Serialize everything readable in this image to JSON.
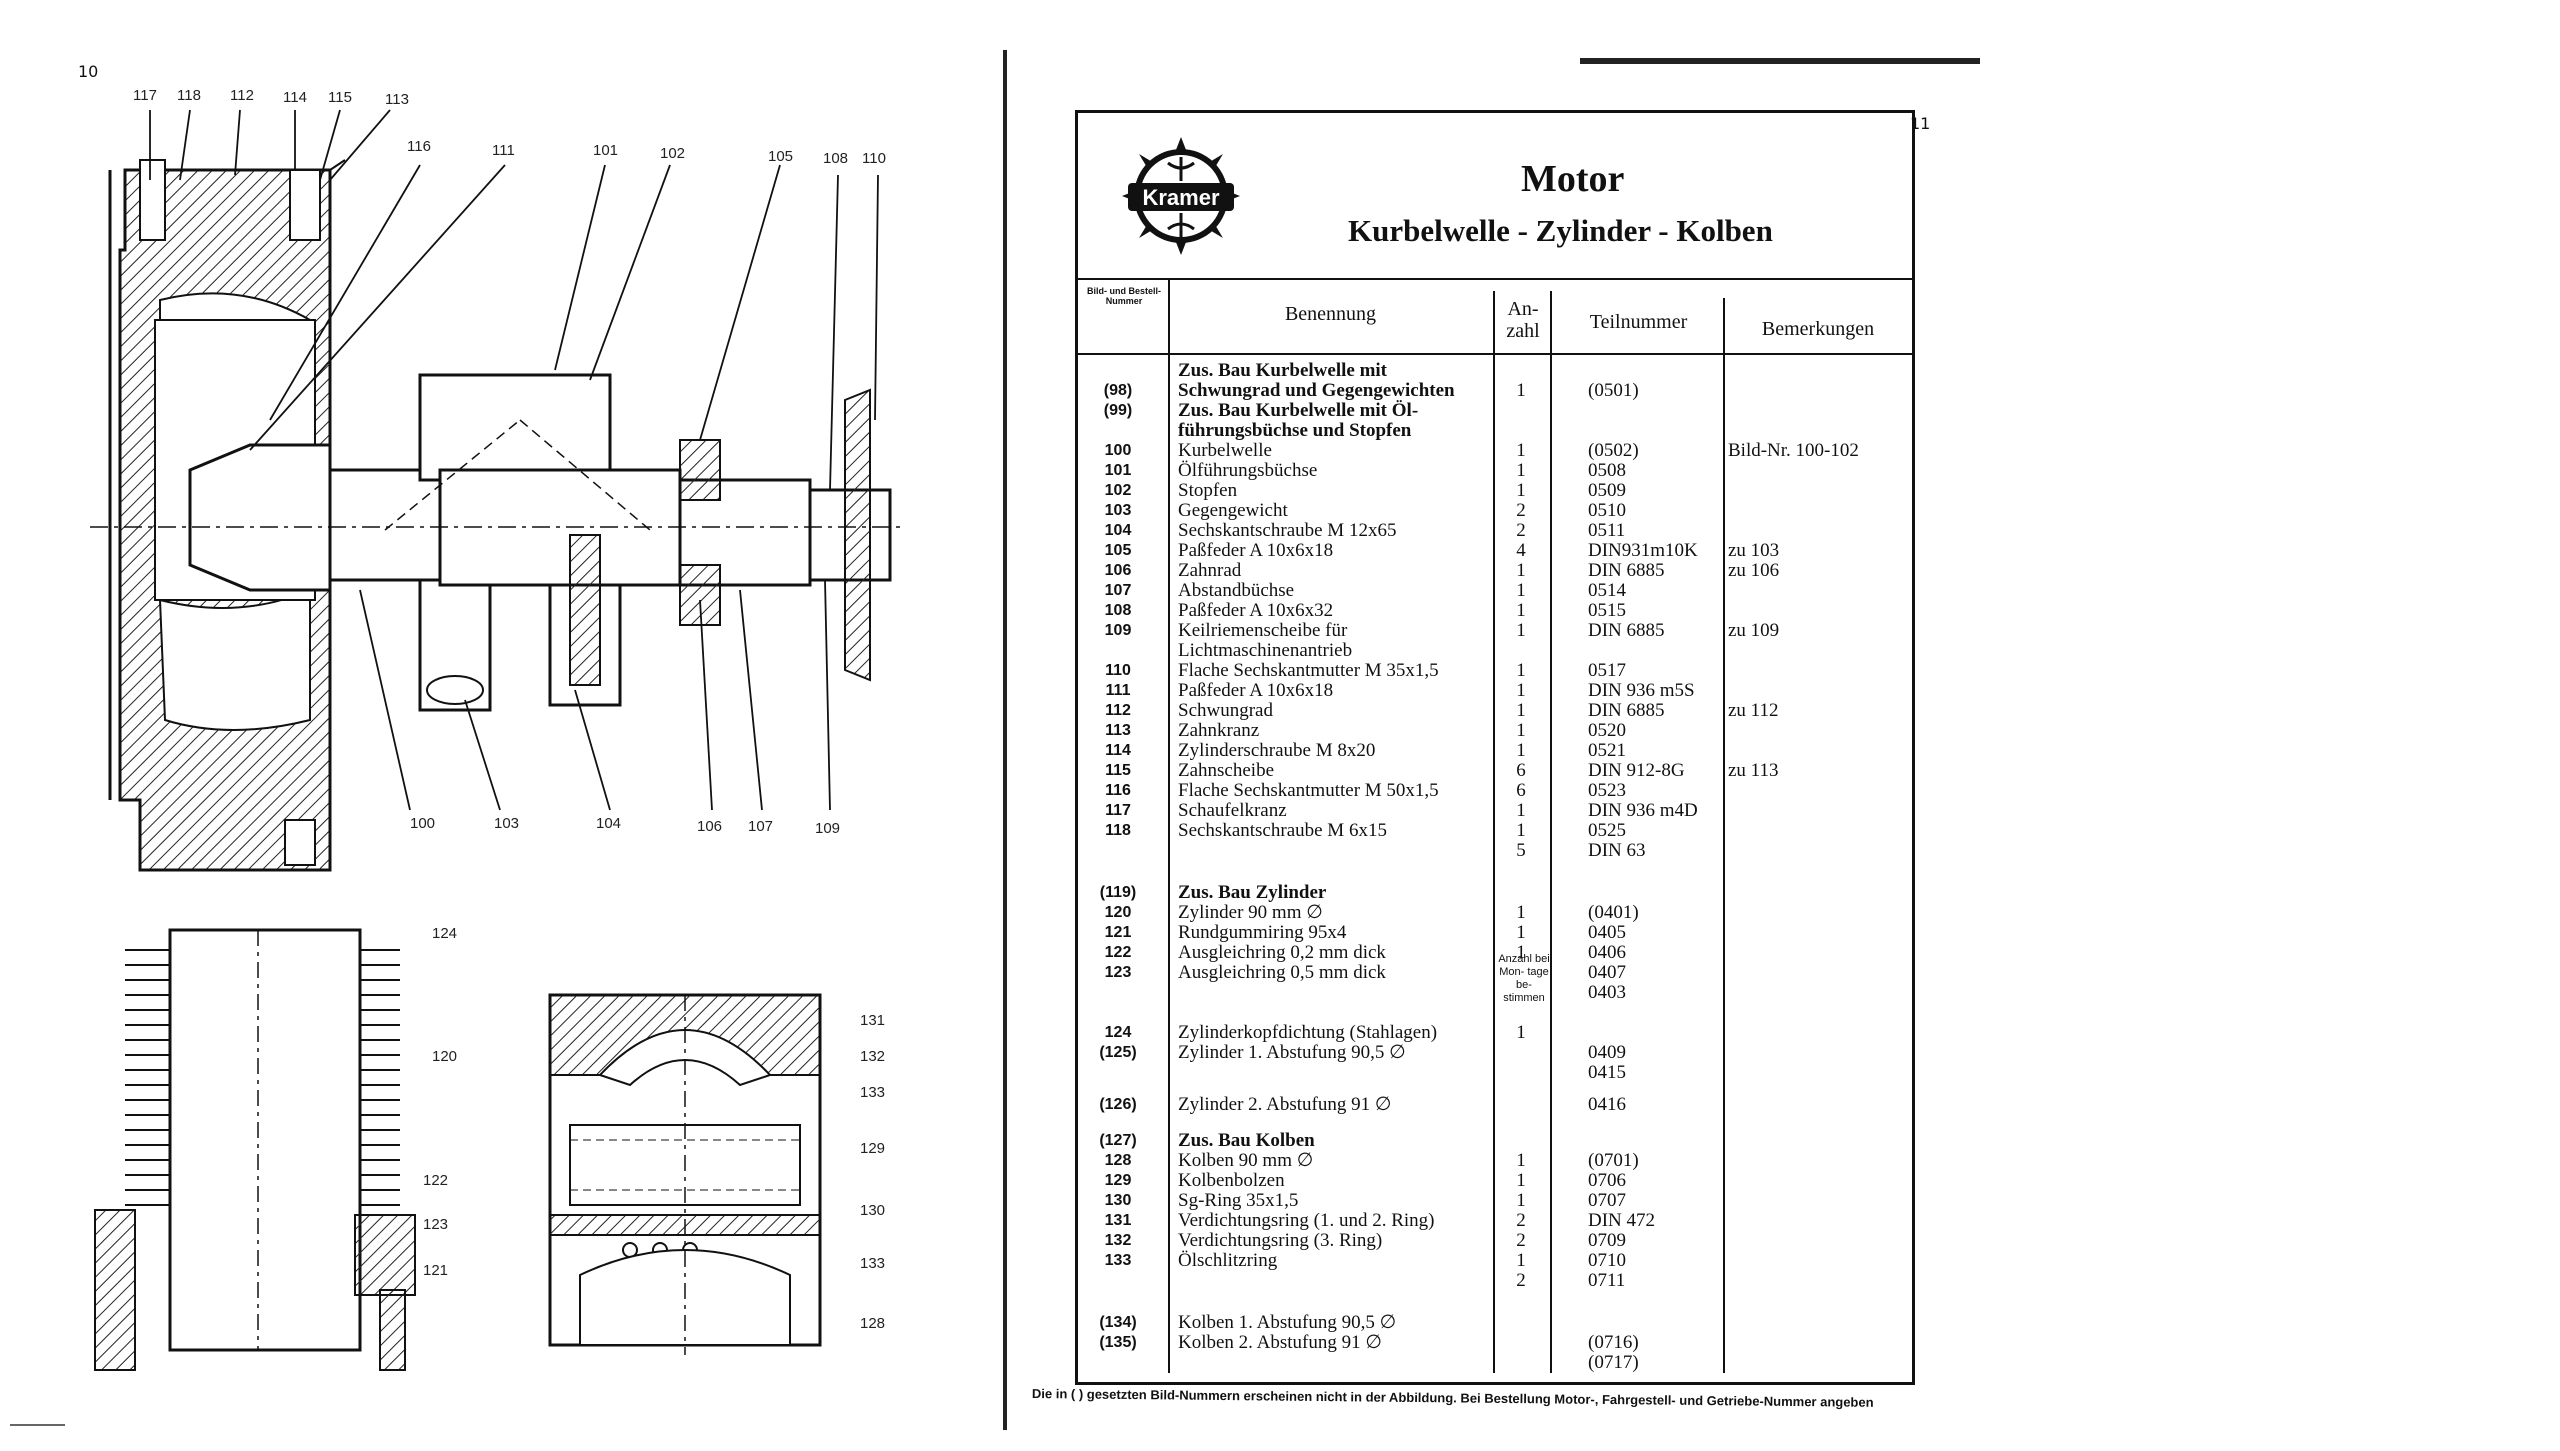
{
  "left_page": {
    "page_number": "10",
    "crankshaft_callouts_top": [
      "117",
      "118",
      "112",
      "114",
      "115",
      "113"
    ],
    "crankshaft_callouts_mid": [
      "116",
      "111",
      "101",
      "102",
      "105",
      "108",
      "110"
    ],
    "crankshaft_callouts_bottom": [
      "100",
      "103",
      "104",
      "106",
      "107",
      "109"
    ],
    "cylinder_callouts": [
      "124",
      "120",
      "122",
      "123",
      "121"
    ],
    "piston_callouts": [
      "131",
      "132",
      "133",
      "129",
      "130",
      "133",
      "128"
    ]
  },
  "right_page": {
    "page_number": "11",
    "brand": "Kramer",
    "title": "Motor",
    "subtitle": "Kurbelwelle - Zylinder - Kolben",
    "headers": {
      "nr": "Bild- und Bestell- Nummer",
      "name": "Benennung",
      "qty": "An- zahl",
      "part": "Teilnummer",
      "remarks": "Bemerkungen"
    },
    "qty_note": "Anzahl bei Mon- tage be- stimmen",
    "rows": [
      {
        "nr": "",
        "name": "Zus. Bau Kurbelwelle mit",
        "qty": "",
        "part": "",
        "rem": "",
        "b": true
      },
      {
        "nr": "(98)",
        "name": "Schwungrad und Gegengewichten",
        "qty": "1",
        "part": "(0501)",
        "rem": "",
        "b": true
      },
      {
        "nr": "(99)",
        "name": "Zus. Bau Kurbelwelle mit Öl-",
        "qty": "",
        "part": "",
        "rem": "",
        "b": true
      },
      {
        "nr": "",
        "name": "führungsbüchse und Stopfen",
        "qty": "",
        "part": "",
        "rem": "",
        "b": true
      },
      {
        "nr": "100",
        "name": "Kurbelwelle",
        "qty": "1",
        "part": "(0502)",
        "rem": "Bild-Nr. 100-102",
        "b": false
      },
      {
        "nr": "101",
        "name": "Ölführungsbüchse",
        "qty": "1",
        "part": "0508",
        "rem": "",
        "b": false
      },
      {
        "nr": "102",
        "name": "Stopfen",
        "qty": "1",
        "part": "0509",
        "rem": "",
        "b": false
      },
      {
        "nr": "103",
        "name": "Gegengewicht",
        "qty": "2",
        "part": "0510",
        "rem": "",
        "b": false
      },
      {
        "nr": "104",
        "name": "Sechskantschraube M 12x65",
        "qty": "2",
        "part": "0511",
        "rem": "",
        "b": false
      },
      {
        "nr": "105",
        "name": "Paßfeder A 10x6x18",
        "qty": "4",
        "part": "DIN931m10K",
        "rem": "zu 103",
        "b": false
      },
      {
        "nr": "106",
        "name": "Zahnrad",
        "qty": "1",
        "part": "DIN 6885",
        "rem": "zu 106",
        "b": false
      },
      {
        "nr": "107",
        "name": "Abstandbüchse",
        "qty": "1",
        "part": "0514",
        "rem": "",
        "b": false
      },
      {
        "nr": "108",
        "name": "Paßfeder A 10x6x32",
        "qty": "1",
        "part": "0515",
        "rem": "",
        "b": false
      },
      {
        "nr": "109",
        "name": "Keilriemenscheibe für",
        "qty": "1",
        "part": "DIN 6885",
        "rem": "zu 109",
        "b": false
      },
      {
        "nr": "",
        "name": "Lichtmaschinenantrieb",
        "qty": "",
        "part": "",
        "rem": "",
        "b": false
      },
      {
        "nr": "110",
        "name": "Flache Sechskantmutter M 35x1,5",
        "qty": "1",
        "part": "0517",
        "rem": "",
        "b": false
      },
      {
        "nr": "111",
        "name": "Paßfeder A 10x6x18",
        "qty": "1",
        "part": "DIN 936 m5S",
        "rem": "",
        "b": false
      },
      {
        "nr": "112",
        "name": "Schwungrad",
        "qty": "1",
        "part": "DIN 6885",
        "rem": "zu 112",
        "b": false
      },
      {
        "nr": "113",
        "name": "Zahnkranz",
        "qty": "1",
        "part": "0520",
        "rem": "",
        "b": false
      },
      {
        "nr": "114",
        "name": "Zylinderschraube M 8x20",
        "qty": "1",
        "part": "0521",
        "rem": "",
        "b": false
      },
      {
        "nr": "115",
        "name": "Zahnscheibe",
        "qty": "6",
        "part": "DIN 912-8G",
        "rem": "zu 113",
        "b": false
      },
      {
        "nr": "116",
        "name": "Flache Sechskantmutter M 50x1,5",
        "qty": "6",
        "part": "0523",
        "rem": "",
        "b": false
      },
      {
        "nr": "117",
        "name": "Schaufelkranz",
        "qty": "1",
        "part": "DIN 936 m4D",
        "rem": "",
        "b": false
      },
      {
        "nr": "118",
        "name": "Sechskantschraube M 6x15",
        "qty": "1",
        "part": "0525",
        "rem": "",
        "b": false
      },
      {
        "nr": "",
        "name": "",
        "qty": "5",
        "part": "DIN 63",
        "rem": "",
        "b": false
      },
      {
        "nr": "(119)",
        "name": "Zus. Bau Zylinder",
        "qty": "",
        "part": "",
        "rem": "",
        "b": true
      },
      {
        "nr": "120",
        "name": "Zylinder 90 mm ∅",
        "qty": "1",
        "part": "(0401)",
        "rem": "",
        "b": false
      },
      {
        "nr": "121",
        "name": "Rundgummiring 95x4",
        "qty": "1",
        "part": "0405",
        "rem": "",
        "b": false
      },
      {
        "nr": "122",
        "name": "Ausgleichring 0,2 mm dick",
        "qty": "1",
        "part": "0406",
        "rem": "",
        "b": false
      },
      {
        "nr": "123",
        "name": "Ausgleichring 0,5 mm dick",
        "qty": "",
        "part": "0407",
        "rem": "",
        "b": false
      },
      {
        "nr": "",
        "name": "",
        "qty": "",
        "part": "0403",
        "rem": "",
        "b": false
      },
      {
        "nr": "124",
        "name": "Zylinderkopfdichtung (Stahlagen)",
        "qty": "1",
        "part": "",
        "rem": "",
        "b": false
      },
      {
        "nr": "(125)",
        "name": "Zylinder 1. Abstufung 90,5 ∅",
        "qty": "",
        "part": "0409",
        "rem": "",
        "b": false
      },
      {
        "nr": "",
        "name": "",
        "qty": "",
        "part": "0415",
        "rem": "",
        "b": false
      },
      {
        "nr": "(126)",
        "name": "Zylinder 2. Abstufung 91 ∅",
        "qty": "",
        "part": "0416",
        "rem": "",
        "b": false
      },
      {
        "nr": "(127)",
        "name": "Zus. Bau Kolben",
        "qty": "",
        "part": "",
        "rem": "",
        "b": true
      },
      {
        "nr": "128",
        "name": "Kolben 90 mm ∅",
        "qty": "1",
        "part": "(0701)",
        "rem": "",
        "b": false
      },
      {
        "nr": "129",
        "name": "Kolbenbolzen",
        "qty": "1",
        "part": "0706",
        "rem": "",
        "b": false
      },
      {
        "nr": "130",
        "name": "Sg-Ring 35x1,5",
        "qty": "1",
        "part": "0707",
        "rem": "",
        "b": false
      },
      {
        "nr": "131",
        "name": "Verdichtungsring (1. und 2. Ring)",
        "qty": "2",
        "part": "DIN 472",
        "rem": "",
        "b": false
      },
      {
        "nr": "132",
        "name": "Verdichtungsring (3. Ring)",
        "qty": "2",
        "part": "0709",
        "rem": "",
        "b": false
      },
      {
        "nr": "133",
        "name": "Ölschlitzring",
        "qty": "1",
        "part": "0710",
        "rem": "",
        "b": false
      },
      {
        "nr": "",
        "name": "",
        "qty": "2",
        "part": "0711",
        "rem": "",
        "b": false
      },
      {
        "nr": "(134)",
        "name": "Kolben 1. Abstufung 90,5 ∅",
        "qty": "",
        "part": "",
        "rem": "",
        "b": false
      },
      {
        "nr": "(135)",
        "name": "Kolben 2. Abstufung 91 ∅",
        "qty": "",
        "part": "(0716)",
        "rem": "",
        "b": false
      },
      {
        "nr": "",
        "name": "",
        "qty": "",
        "part": "(0717)",
        "rem": "",
        "b": false
      }
    ],
    "footer": "Die in ( ) gesetzten Bild-Nummern erscheinen nicht in der Abbildung. Bei Bestellung Motor-, Fahrgestell- und Getriebe-Nummer angeben"
  }
}
